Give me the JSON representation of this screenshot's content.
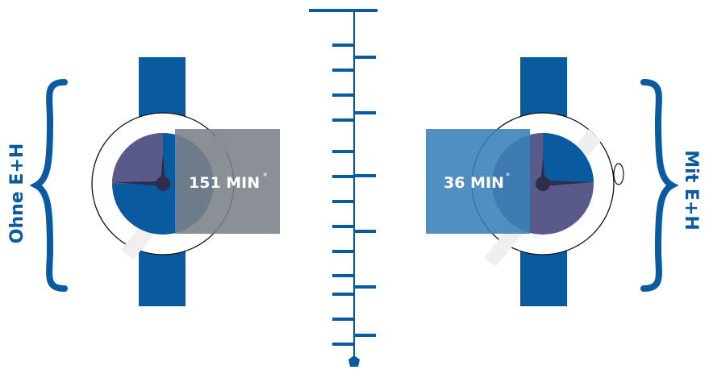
{
  "left": {
    "label": "Ohne E+H",
    "time": "151 MIN",
    "footnote_mark": "*"
  },
  "right": {
    "label": "Mit E+H",
    "time": "36 MIN",
    "footnote_mark": "*"
  },
  "colors": {
    "blue": "#0a5aa0",
    "purple": "#5a5a8a",
    "grey_box": "#7b7f88",
    "blue_box": "#3a80b8",
    "hub": "#2e2e48"
  }
}
